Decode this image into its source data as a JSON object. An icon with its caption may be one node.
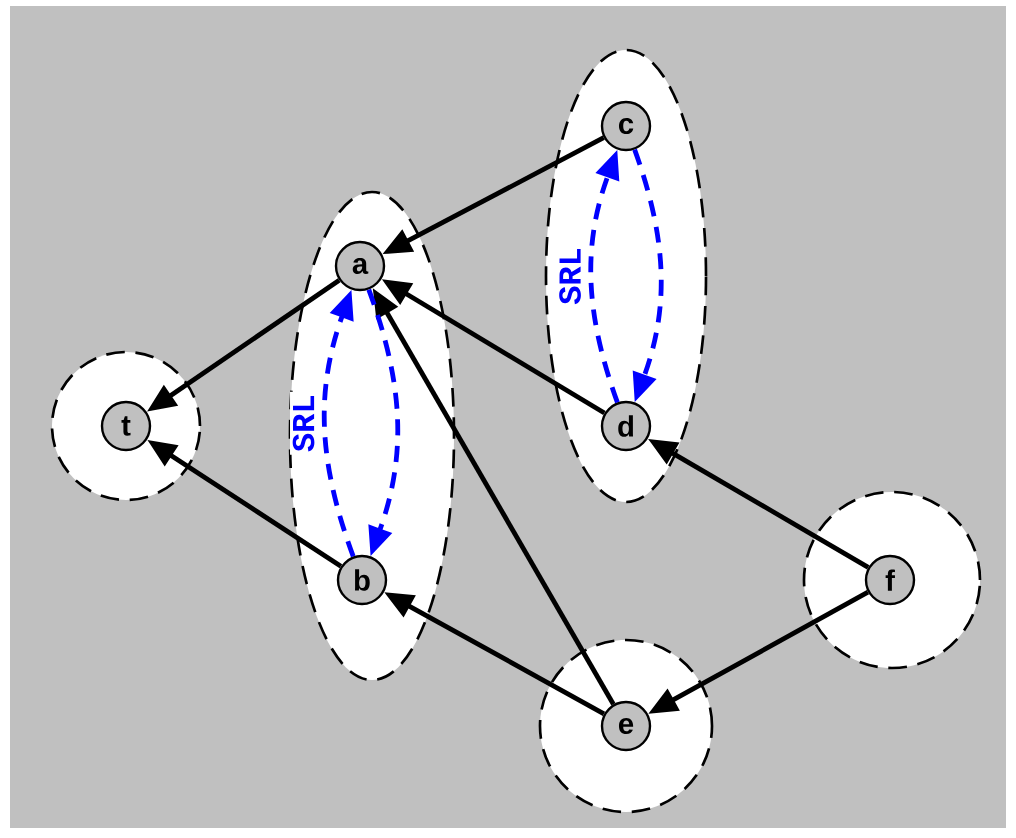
{
  "diagram": {
    "nodes": [
      {
        "text": [],
        "shape": "circle"
      },
      {
        "text": [
          "t"
        ],
        "in": 0
      },
      {
        "text": [],
        "shape": "ellipse"
      },
      {
        "text": [
          "a"
        ],
        "in": 2
      },
      {
        "text": [
          "b"
        ],
        "in": 2
      },
      {
        "text": [],
        "shape": "ellipse"
      },
      {
        "text": [
          "c"
        ],
        "in": 5
      },
      {
        "text": [
          "d"
        ],
        "in": 5
      },
      {
        "text": [],
        "shape": "circle"
      },
      {
        "text": [
          "f"
        ],
        "in": 8
      },
      {
        "text": [],
        "shape": "circle"
      },
      {
        "text": [
          "e"
        ],
        "in": 10
      }
    ],
    "edges": [
      {
        "from": 6,
        "to": 3,
        "arrow": "to"
      },
      {
        "from": 7,
        "to": 3,
        "arrow": "to"
      },
      {
        "from": 11,
        "to": 3,
        "arrow": "to"
      },
      {
        "from": 3,
        "to": 1,
        "arrow": "to"
      },
      {
        "from": 4,
        "to": 1,
        "arrow": "to"
      },
      {
        "from": 11,
        "to": 4,
        "arrow": "to"
      },
      {
        "from": 9,
        "to": 7,
        "arrow": "to"
      },
      {
        "from": 9,
        "to": 11,
        "arrow": "to"
      },
      {
        "from": 4,
        "to": 3,
        "arrow": "to",
        "label": "SRL",
        "style": "dashed",
        "color": "#0000ff"
      },
      {
        "from": 3,
        "to": 4,
        "arrow": "to",
        "style": "dashed",
        "color": "#0000ff"
      },
      {
        "from": 7,
        "to": 6,
        "arrow": "to",
        "label": "SRL",
        "style": "dashed",
        "color": "#0000ff"
      },
      {
        "from": 6,
        "to": 7,
        "arrow": "to",
        "style": "dashed",
        "color": "#0000ff"
      }
    ]
  }
}
